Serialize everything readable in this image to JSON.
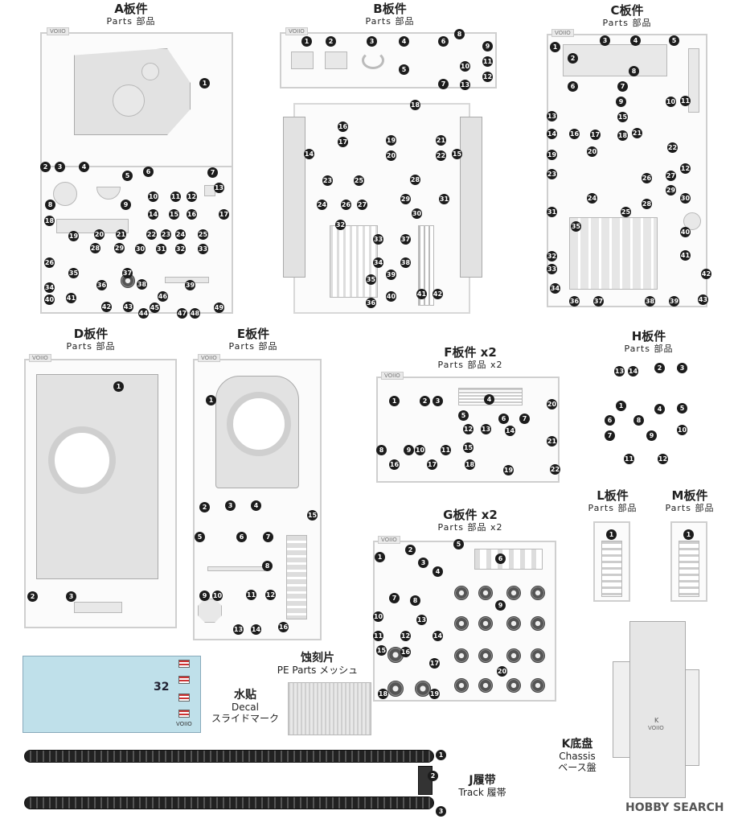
{
  "sprues": {
    "a": {
      "title": "A板件",
      "sub": "Parts 部品"
    },
    "b": {
      "title": "B板件",
      "sub": "Parts 部品"
    },
    "c": {
      "title": "C板件",
      "sub": "Parts 部品"
    },
    "d": {
      "title": "D板件",
      "sub": "Parts 部品"
    },
    "e": {
      "title": "E板件",
      "sub": "Parts 部品"
    },
    "f": {
      "title": "F板件 x2",
      "sub": "Parts 部品 x2"
    },
    "g": {
      "title": "G板件 x2",
      "sub": "Parts 部品 x2"
    },
    "h": {
      "title": "H板件",
      "sub": "Parts 部品"
    },
    "l": {
      "title": "L板件",
      "sub": "Parts 部品"
    },
    "m": {
      "title": "M板件",
      "sub": "Parts 部品"
    }
  },
  "pe": {
    "title": "蚀刻片",
    "sub": "PE Parts メッシュ"
  },
  "decal": {
    "title": "水贴",
    "en": "Decal",
    "jp": "スライドマーク",
    "marking": "32"
  },
  "track": {
    "title": "J履带",
    "sub": "Track 履帯"
  },
  "chassis": {
    "title": "K底盘",
    "en": "Chassis",
    "jp": "ベース盤",
    "letter": "K"
  },
  "brand": "VOIIO",
  "watermark": "HOBBY SEARCH"
}
